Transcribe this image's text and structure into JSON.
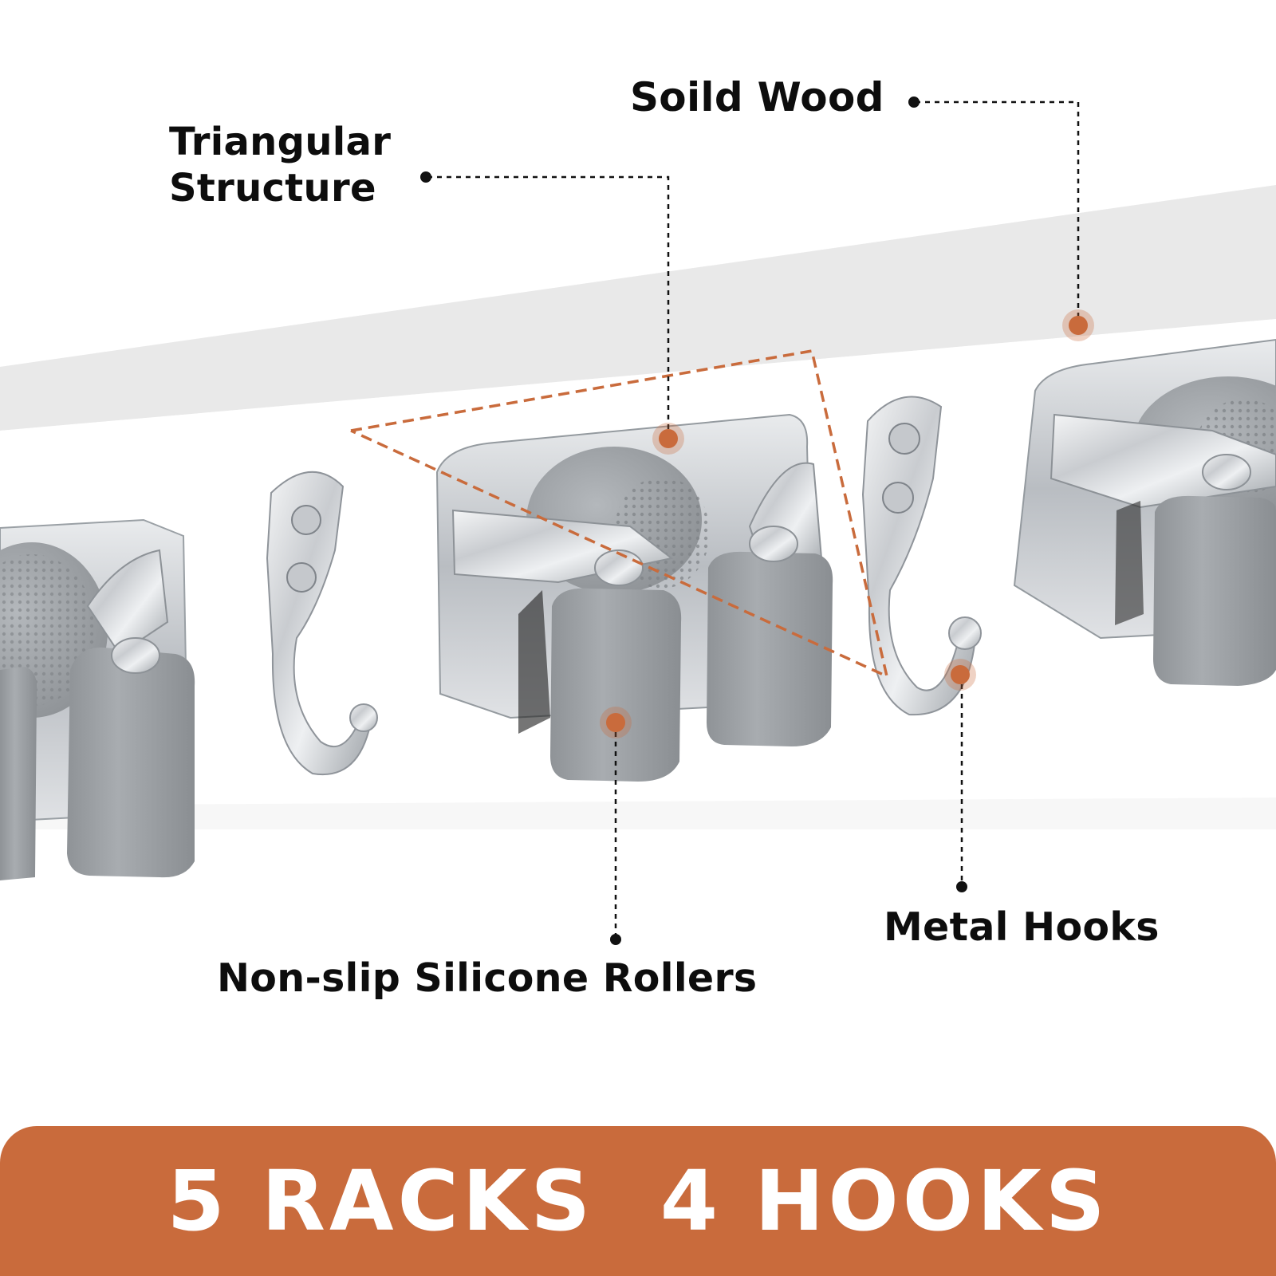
{
  "callouts": {
    "solid_wood": "Soild Wood",
    "triangular_line1": "Triangular",
    "triangular_line2": "Structure",
    "rollers": "Non-slip Silicone Rollers",
    "metal_hooks": "Metal Hooks"
  },
  "banner": {
    "text": "5 RACKS  4 HOOKS"
  },
  "colors": {
    "accent": "#c96b3c",
    "wood": "#ffffff",
    "silicone": "#9ea2a6",
    "steel": "#d0d3d7",
    "text": "#0d0d0d"
  }
}
